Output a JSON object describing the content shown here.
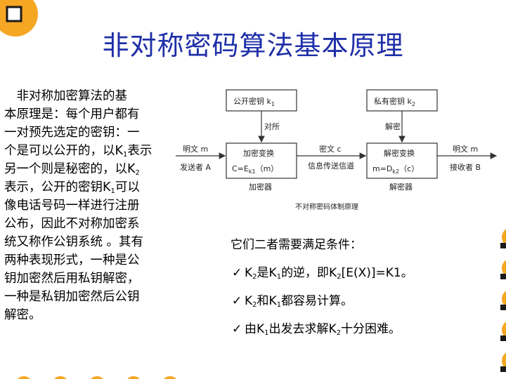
{
  "title": "非对称密码算法基本原理",
  "left_text": {
    "lines": [
      "　非对称加密算法的基",
      "本原理是：每个用户都有",
      "一对预先选定的密钥：一",
      "个是可以公开的，以K",
      "另一个则是秘密的，以K",
      "表示，公开的密钥K",
      "像电话号码一样进行注册",
      "公布，因此不对称加密系",
      "统又称作公钥系统 。其有",
      "两种表现形式，一种是公",
      "钥加密然后用私钥解密，",
      "一种是私钥加密然后公钥",
      "解密。"
    ],
    "line4_sub": "1",
    "line4_tail": "表示",
    "line5_sub": "2",
    "line6_sub": "1",
    "line6_tail": "可以"
  },
  "diagram": {
    "public_key_box": "公开密钥 k",
    "public_key_sub": "1",
    "private_key_box": "私有密钥 k",
    "private_key_sub": "2",
    "label_pair_left": "对所",
    "label_pair_right": "解密",
    "plaintext_left": "明文 m",
    "sender": "发送者 A",
    "encrypt_box_line1": "加密变换",
    "encrypt_box_line2": "C=E",
    "encrypt_box_sub": "k1",
    "encrypt_box_arg": "（m）",
    "ciphertext": "密文 c",
    "channel": "信息传送信道",
    "decrypt_box_line1": "解密变换",
    "decrypt_box_line2": "m=D",
    "decrypt_box_sub": "k2",
    "decrypt_box_arg": "（c）",
    "plaintext_right": "明文 m",
    "receiver": "接收者 B",
    "encryptor": "加密器",
    "decryptor": "解密器",
    "caption": "不对称密码体制原理"
  },
  "conditions": {
    "heading": "它们二者需要满足条件：",
    "check_icon": "✓",
    "items": [
      {
        "a": "K",
        "a_sub": "2",
        "b": "是K",
        "b_sub": "1",
        "c": "的逆，即K",
        "c_sub": "2",
        "d": "[E(X)]=K1。"
      },
      {
        "a": "K",
        "a_sub": "2",
        "b": "和K",
        "b_sub": "1",
        "c": "都容易计算。"
      },
      {
        "a": "由K",
        "a_sub": "1",
        "b": "出发去求解K",
        "b_sub": "2",
        "c": "十分困难。"
      }
    ]
  },
  "colors": {
    "title": "#1f2fa8",
    "accent": "#f5a623",
    "deco_dark": "#1a1a1a"
  }
}
